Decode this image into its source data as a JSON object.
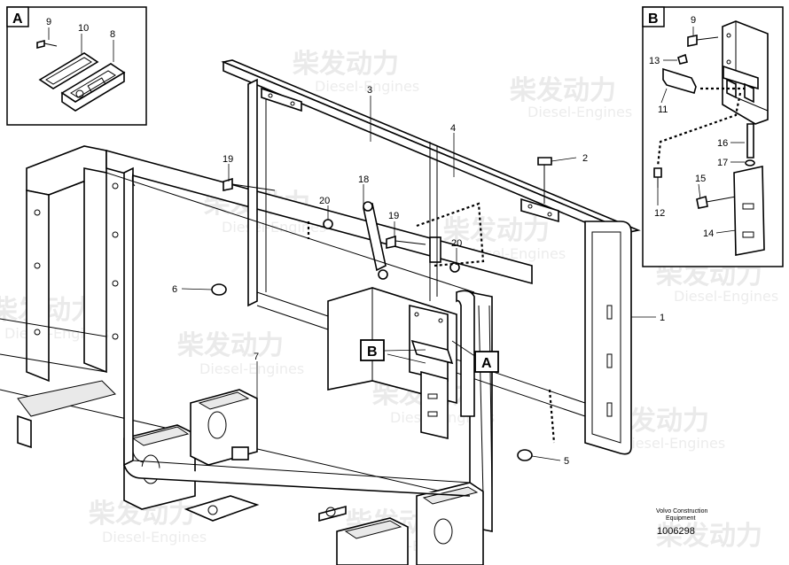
{
  "watermark": {
    "brand_cn": "柴发动力",
    "brand_en": "Diesel-Engines"
  },
  "detail_views": {
    "a": {
      "tag": "A",
      "part_numbers": [
        "9",
        "10",
        "8"
      ]
    },
    "b": {
      "tag": "B",
      "part_numbers": [
        "9",
        "13",
        "11",
        "16",
        "17",
        "15",
        "12",
        "14"
      ]
    }
  },
  "callouts": {
    "main_tag_a": "A",
    "main_tag_b": "B"
  },
  "part_numbers": [
    "3",
    "4",
    "2",
    "19",
    "18",
    "20",
    "19",
    "20",
    "6",
    "1",
    "7",
    "5"
  ],
  "footer": {
    "maker_line1": "Volvo Construction",
    "maker_line2": "Equipment",
    "drawing_id": "1006298"
  }
}
